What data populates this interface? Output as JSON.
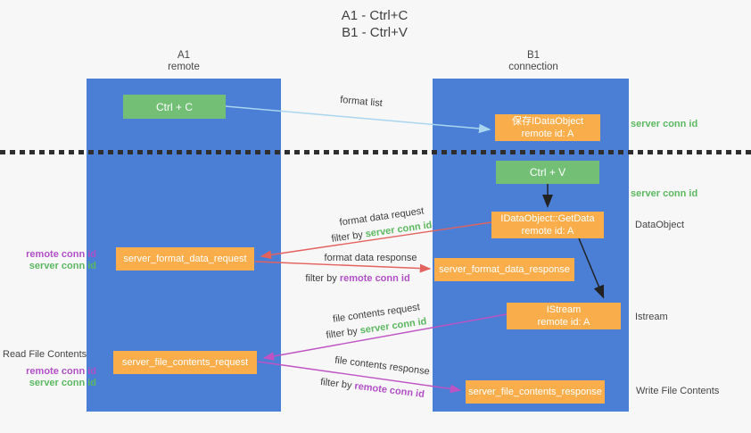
{
  "title": {
    "line1": "A1 - Ctrl+C",
    "line2": "B1 - Ctrl+V"
  },
  "columns": {
    "left": {
      "name": "A1",
      "subtitle": "remote"
    },
    "right": {
      "name": "B1",
      "subtitle": "connection"
    }
  },
  "nodes": {
    "ctrl_c": {
      "label": "Ctrl + C"
    },
    "ctrl_v": {
      "label": "Ctrl + V"
    },
    "save_dataobject": {
      "line1": "保存IDataObject",
      "line2": "remote id: A"
    },
    "getdata": {
      "line1": "IDataObject::GetData",
      "line2": "remote id: A"
    },
    "istream": {
      "line1": "IStream",
      "line2": "remote id: A"
    },
    "format_request": {
      "label": "server_format_data_request"
    },
    "format_response": {
      "label": "server_format_data_response"
    },
    "file_request": {
      "label": "server_file_contents_request"
    },
    "file_response": {
      "label": "server_file_contents_response"
    }
  },
  "arrow_labels": {
    "format_list": "format list",
    "format_data_request": "format data request",
    "filter_server_1": {
      "prefix": "filter by ",
      "highlight": "server conn id"
    },
    "format_data_response": "format data response",
    "filter_remote_1": {
      "prefix": "filter by ",
      "highlight": "remote conn id"
    },
    "file_contents_request": "file contents request",
    "filter_server_2": {
      "prefix": "filter by ",
      "highlight": "server conn id"
    },
    "file_contents_response": "file contents response",
    "filter_remote_2": {
      "prefix": "filter by ",
      "highlight": "remote conn id"
    }
  },
  "side_labels": {
    "server_conn_id_top": "server conn id",
    "server_conn_id_mid": "server conn id",
    "dataobject": "DataObject",
    "istream": "Istream",
    "write_file_contents": "Write File Contents",
    "read_file_contents": "Read File Contents",
    "remote_conn_id_1": "remote conn id",
    "server_conn_id_1": "server conn id",
    "remote_conn_id_2": "remote conn id",
    "server_conn_id_2": "server conn id"
  },
  "colors": {
    "column_blue": "#4a7fd5",
    "box_green": "#72bf75",
    "box_orange": "#f9ae4b",
    "arrow_lightblue": "#a9d5ef",
    "arrow_red": "#e4625e",
    "arrow_magenta": "#bf53c3",
    "arrow_black": "#222222",
    "text_green": "#5cb860",
    "text_purple": "#b14fc6"
  }
}
